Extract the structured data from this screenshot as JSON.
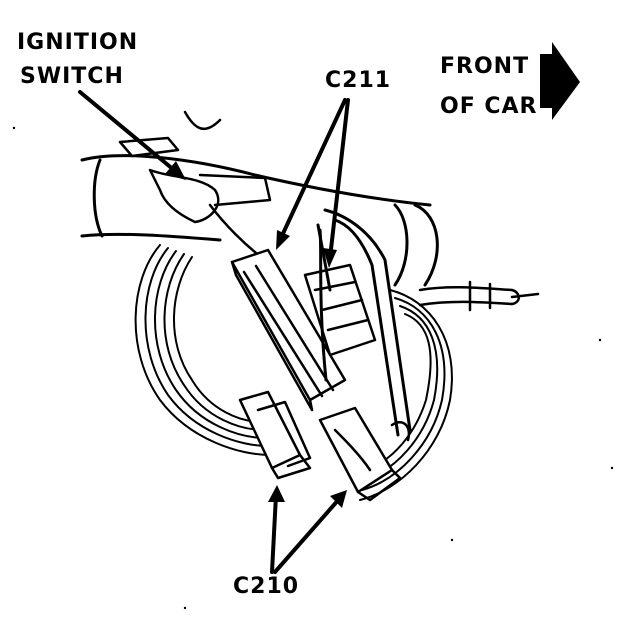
{
  "labels": {
    "ignition_line1": "IGNITION",
    "ignition_line2": "SWITCH",
    "c211": "C211",
    "front_line1": "FRONT",
    "front_line2": "OF CAR",
    "c210": "C210"
  },
  "colors": {
    "ink": "#000000",
    "paper": "#ffffff"
  }
}
